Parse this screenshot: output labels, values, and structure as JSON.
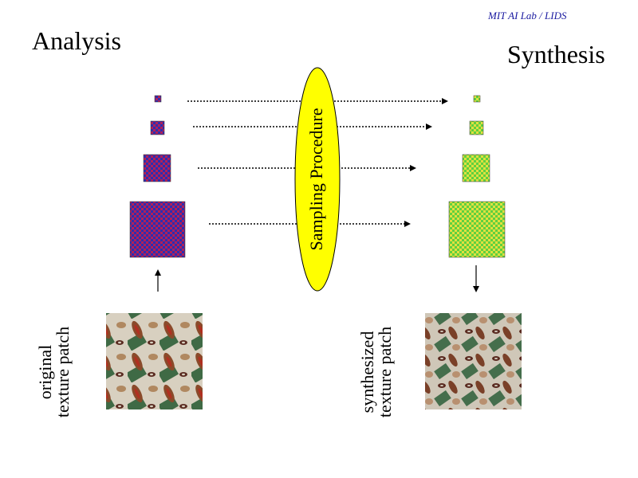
{
  "header": {
    "credit": "MIT AI Lab / LIDS",
    "title_left": "Analysis",
    "title_right": "Synthesis"
  },
  "center": {
    "procedure_label": "Sampling Procedure",
    "ellipse_fill": "#ffff00"
  },
  "labels": {
    "original_line1": "original",
    "original_line2": "texture patch",
    "synth_line1": "synthesized",
    "synth_line2": "texture patch"
  },
  "colors": {
    "analysis_a": "#2e2eb0",
    "analysis_b": "#b0205a",
    "synthesis_a": "#5fd040",
    "synthesis_b": "#e0e040",
    "texture_bg": "#d8d0c0",
    "texture_blob_brown": "#8a4a2a",
    "texture_blob_green": "#3f6a45",
    "texture_blob_red": "#b03020"
  },
  "icons": [
    "arrow-up-icon",
    "arrow-down-icon",
    "dotted-arrow-icon"
  ]
}
